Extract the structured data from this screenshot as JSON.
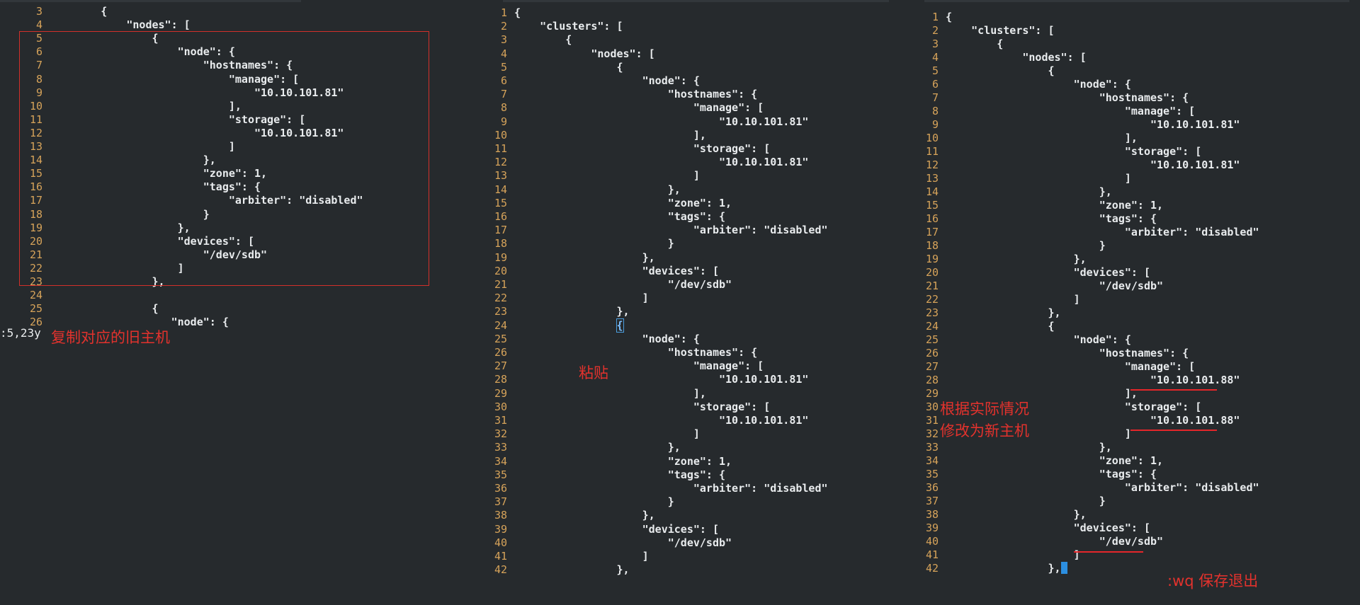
{
  "panel_left": {
    "lines": [
      {
        "n": "3",
        "t": "        {"
      },
      {
        "n": "4",
        "t": "            \"nodes\": ["
      },
      {
        "n": "5",
        "t": "                {"
      },
      {
        "n": "6",
        "t": "                    \"node\": {"
      },
      {
        "n": "7",
        "t": "                        \"hostnames\": {"
      },
      {
        "n": "8",
        "t": "                            \"manage\": ["
      },
      {
        "n": "9",
        "t": "                                \"10.10.101.81\""
      },
      {
        "n": "10",
        "t": "                            ],"
      },
      {
        "n": "11",
        "t": "                            \"storage\": ["
      },
      {
        "n": "12",
        "t": "                                \"10.10.101.81\""
      },
      {
        "n": "13",
        "t": "                            ]"
      },
      {
        "n": "14",
        "t": "                        },"
      },
      {
        "n": "15",
        "t": "                        \"zone\": 1,"
      },
      {
        "n": "16",
        "t": "                        \"tags\": {"
      },
      {
        "n": "17",
        "t": "                            \"arbiter\": \"disabled\""
      },
      {
        "n": "18",
        "t": "                        }"
      },
      {
        "n": "19",
        "t": "                    },"
      },
      {
        "n": "20",
        "t": "                    \"devices\": ["
      },
      {
        "n": "21",
        "t": "                        \"/dev/sdb\""
      },
      {
        "n": "22",
        "t": "                    ]"
      },
      {
        "n": "23",
        "t": "                },"
      },
      {
        "n": "24",
        "t": ""
      },
      {
        "n": "25",
        "t": "                {"
      },
      {
        "n": "26",
        "t": "                   \"node\": {"
      }
    ],
    "command": ":5,23y",
    "annotation": "复制对应的旧主机"
  },
  "panel_middle": {
    "lines": [
      {
        "n": "1",
        "t": "{"
      },
      {
        "n": "2",
        "t": "    \"clusters\": ["
      },
      {
        "n": "3",
        "t": "        {"
      },
      {
        "n": "4",
        "t": "            \"nodes\": ["
      },
      {
        "n": "5",
        "t": "                {"
      },
      {
        "n": "6",
        "t": "                    \"node\": {"
      },
      {
        "n": "7",
        "t": "                        \"hostnames\": {"
      },
      {
        "n": "8",
        "t": "                            \"manage\": ["
      },
      {
        "n": "9",
        "t": "                                \"10.10.101.81\""
      },
      {
        "n": "10",
        "t": "                            ],"
      },
      {
        "n": "11",
        "t": "                            \"storage\": ["
      },
      {
        "n": "12",
        "t": "                                \"10.10.101.81\""
      },
      {
        "n": "13",
        "t": "                            ]"
      },
      {
        "n": "14",
        "t": "                        },"
      },
      {
        "n": "15",
        "t": "                        \"zone\": 1,"
      },
      {
        "n": "16",
        "t": "                        \"tags\": {"
      },
      {
        "n": "17",
        "t": "                            \"arbiter\": \"disabled\""
      },
      {
        "n": "18",
        "t": "                        }"
      },
      {
        "n": "19",
        "t": "                    },"
      },
      {
        "n": "20",
        "t": "                    \"devices\": ["
      },
      {
        "n": "21",
        "t": "                        \"/dev/sdb\""
      },
      {
        "n": "22",
        "t": "                    ]"
      },
      {
        "n": "23",
        "t": "                },"
      },
      {
        "n": "24",
        "t": "                {",
        "cursor": true
      },
      {
        "n": "25",
        "t": "                    \"node\": {"
      },
      {
        "n": "26",
        "t": "                        \"hostnames\": {"
      },
      {
        "n": "27",
        "t": "                            \"manage\": ["
      },
      {
        "n": "28",
        "t": "                                \"10.10.101.81\""
      },
      {
        "n": "29",
        "t": "                            ],"
      },
      {
        "n": "30",
        "t": "                            \"storage\": ["
      },
      {
        "n": "31",
        "t": "                                \"10.10.101.81\""
      },
      {
        "n": "32",
        "t": "                            ]"
      },
      {
        "n": "33",
        "t": "                        },"
      },
      {
        "n": "34",
        "t": "                        \"zone\": 1,"
      },
      {
        "n": "35",
        "t": "                        \"tags\": {"
      },
      {
        "n": "36",
        "t": "                            \"arbiter\": \"disabled\""
      },
      {
        "n": "37",
        "t": "                        }"
      },
      {
        "n": "38",
        "t": "                    },"
      },
      {
        "n": "39",
        "t": "                    \"devices\": ["
      },
      {
        "n": "40",
        "t": "                        \"/dev/sdb\""
      },
      {
        "n": "41",
        "t": "                    ]"
      },
      {
        "n": "42",
        "t": "                },"
      }
    ],
    "annotation": "粘贴"
  },
  "panel_right": {
    "lines": [
      {
        "n": "1",
        "t": "{"
      },
      {
        "n": "2",
        "t": "    \"clusters\": ["
      },
      {
        "n": "3",
        "t": "        {"
      },
      {
        "n": "4",
        "t": "            \"nodes\": ["
      },
      {
        "n": "5",
        "t": "                {"
      },
      {
        "n": "6",
        "t": "                    \"node\": {"
      },
      {
        "n": "7",
        "t": "                        \"hostnames\": {"
      },
      {
        "n": "8",
        "t": "                            \"manage\": ["
      },
      {
        "n": "9",
        "t": "                                \"10.10.101.81\""
      },
      {
        "n": "10",
        "t": "                            ],"
      },
      {
        "n": "11",
        "t": "                            \"storage\": ["
      },
      {
        "n": "12",
        "t": "                                \"10.10.101.81\""
      },
      {
        "n": "13",
        "t": "                            ]"
      },
      {
        "n": "14",
        "t": "                        },"
      },
      {
        "n": "15",
        "t": "                        \"zone\": 1,"
      },
      {
        "n": "16",
        "t": "                        \"tags\": {"
      },
      {
        "n": "17",
        "t": "                            \"arbiter\": \"disabled\""
      },
      {
        "n": "18",
        "t": "                        }"
      },
      {
        "n": "19",
        "t": "                    },"
      },
      {
        "n": "20",
        "t": "                    \"devices\": ["
      },
      {
        "n": "21",
        "t": "                        \"/dev/sdb\""
      },
      {
        "n": "22",
        "t": "                    ]"
      },
      {
        "n": "23",
        "t": "                },"
      },
      {
        "n": "24",
        "t": "                {"
      },
      {
        "n": "25",
        "t": "                    \"node\": {"
      },
      {
        "n": "26",
        "t": "                        \"hostnames\": {"
      },
      {
        "n": "27",
        "t": "                            \"manage\": ["
      },
      {
        "n": "28",
        "t": "                                \"10.10.101.88\""
      },
      {
        "n": "29",
        "t": "                            ],"
      },
      {
        "n": "30",
        "t": "                            \"storage\": ["
      },
      {
        "n": "31",
        "t": "                                \"10.10.101.88\""
      },
      {
        "n": "32",
        "t": "                            ]"
      },
      {
        "n": "33",
        "t": "                        },"
      },
      {
        "n": "34",
        "t": "                        \"zone\": 1,"
      },
      {
        "n": "35",
        "t": "                        \"tags\": {"
      },
      {
        "n": "36",
        "t": "                            \"arbiter\": \"disabled\""
      },
      {
        "n": "37",
        "t": "                        }"
      },
      {
        "n": "38",
        "t": "                    },"
      },
      {
        "n": "39",
        "t": "                    \"devices\": ["
      },
      {
        "n": "40",
        "t": "                        \"/dev/sdb\""
      },
      {
        "n": "41",
        "t": "                    ]"
      },
      {
        "n": "42",
        "t": "                },",
        "cursor": true
      }
    ],
    "annotation_line1": "根据实际情况",
    "annotation_line2": "修改为新主机",
    "save_note": ":wq 保存退出"
  },
  "colors": {
    "background": "#262a2d",
    "line_number": "#d6a35a",
    "code_text": "#e9ecee",
    "annotation_red": "#e3322d",
    "cursor_blue": "#2c8fe0"
  }
}
